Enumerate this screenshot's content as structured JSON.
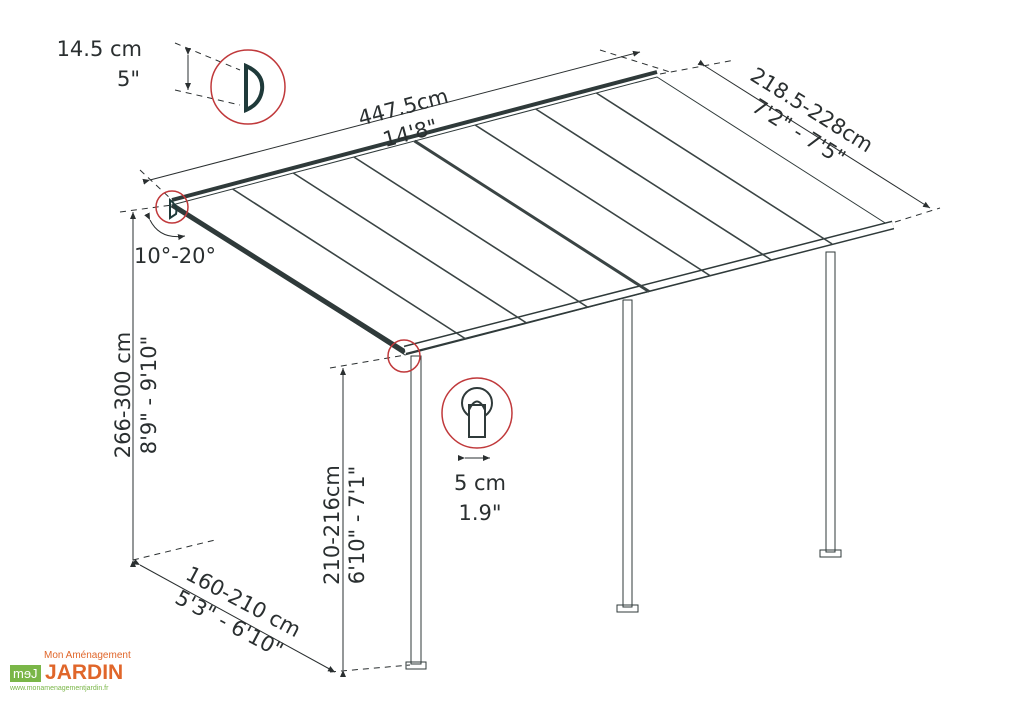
{
  "dimensions": {
    "profile_height": {
      "metric": "14.5 cm",
      "imperial": "5\""
    },
    "width": {
      "metric": "447.5cm",
      "imperial": "14'8\""
    },
    "depth": {
      "metric": "218.5-228cm",
      "imperial": "7'2\" - 7'5\""
    },
    "angle": "10°-20°",
    "total_height": {
      "metric": "266-300 cm",
      "imperial": "8'9\" - 9'10\""
    },
    "front_height": {
      "metric": "210-216cm",
      "imperial": "6'10\" - 7'1\""
    },
    "post_width": {
      "metric": "5 cm",
      "imperial": "1.9\""
    },
    "post_spacing": {
      "metric": "160-210 cm",
      "imperial": "5'3\" - 6'10\""
    }
  },
  "logo": {
    "line1": "Mon Aménagement",
    "mark": "mɘJ",
    "line2": "JARDIN",
    "url": "www.monamenagementjardin.fr"
  }
}
